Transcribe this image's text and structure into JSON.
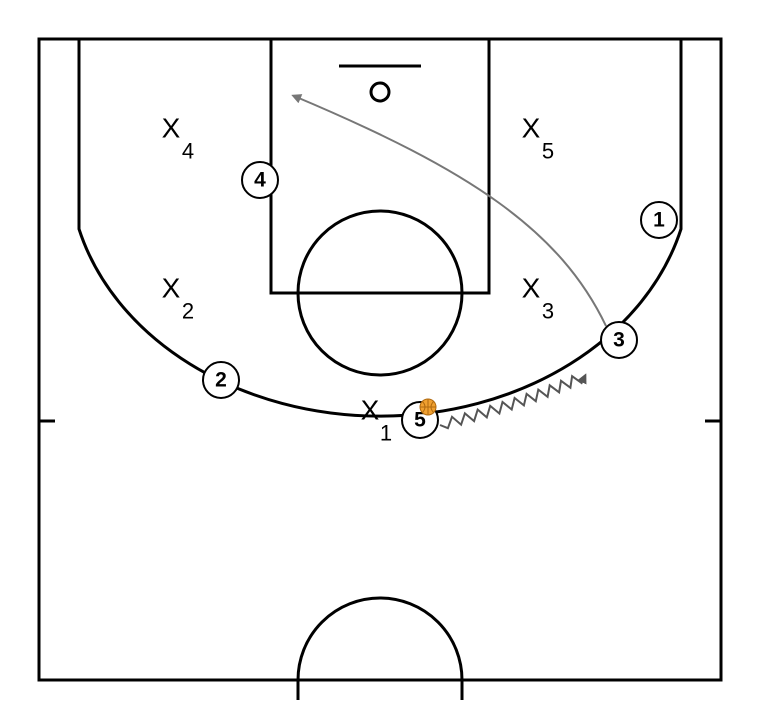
{
  "diagram": {
    "colors": {
      "court_lines": "#000000",
      "cut_arrow": "#777777",
      "dribble_arrow": "#555555",
      "ball": "#f0a030"
    },
    "offense": [
      {
        "id": "o1",
        "label": "1"
      },
      {
        "id": "o2",
        "label": "2"
      },
      {
        "id": "o3",
        "label": "3"
      },
      {
        "id": "o4",
        "label": "4"
      },
      {
        "id": "o5",
        "label": "5"
      }
    ],
    "defense": [
      {
        "id": "x1",
        "letter": "X",
        "number": "1"
      },
      {
        "id": "x2",
        "letter": "X",
        "number": "2"
      },
      {
        "id": "x3",
        "letter": "X",
        "number": "3"
      },
      {
        "id": "x4",
        "letter": "X",
        "number": "4"
      },
      {
        "id": "x5",
        "letter": "X",
        "number": "5"
      }
    ],
    "actions": [
      {
        "type": "cut",
        "player": "3"
      },
      {
        "type": "dribble",
        "player": "5"
      }
    ],
    "ball_holder": "5"
  }
}
